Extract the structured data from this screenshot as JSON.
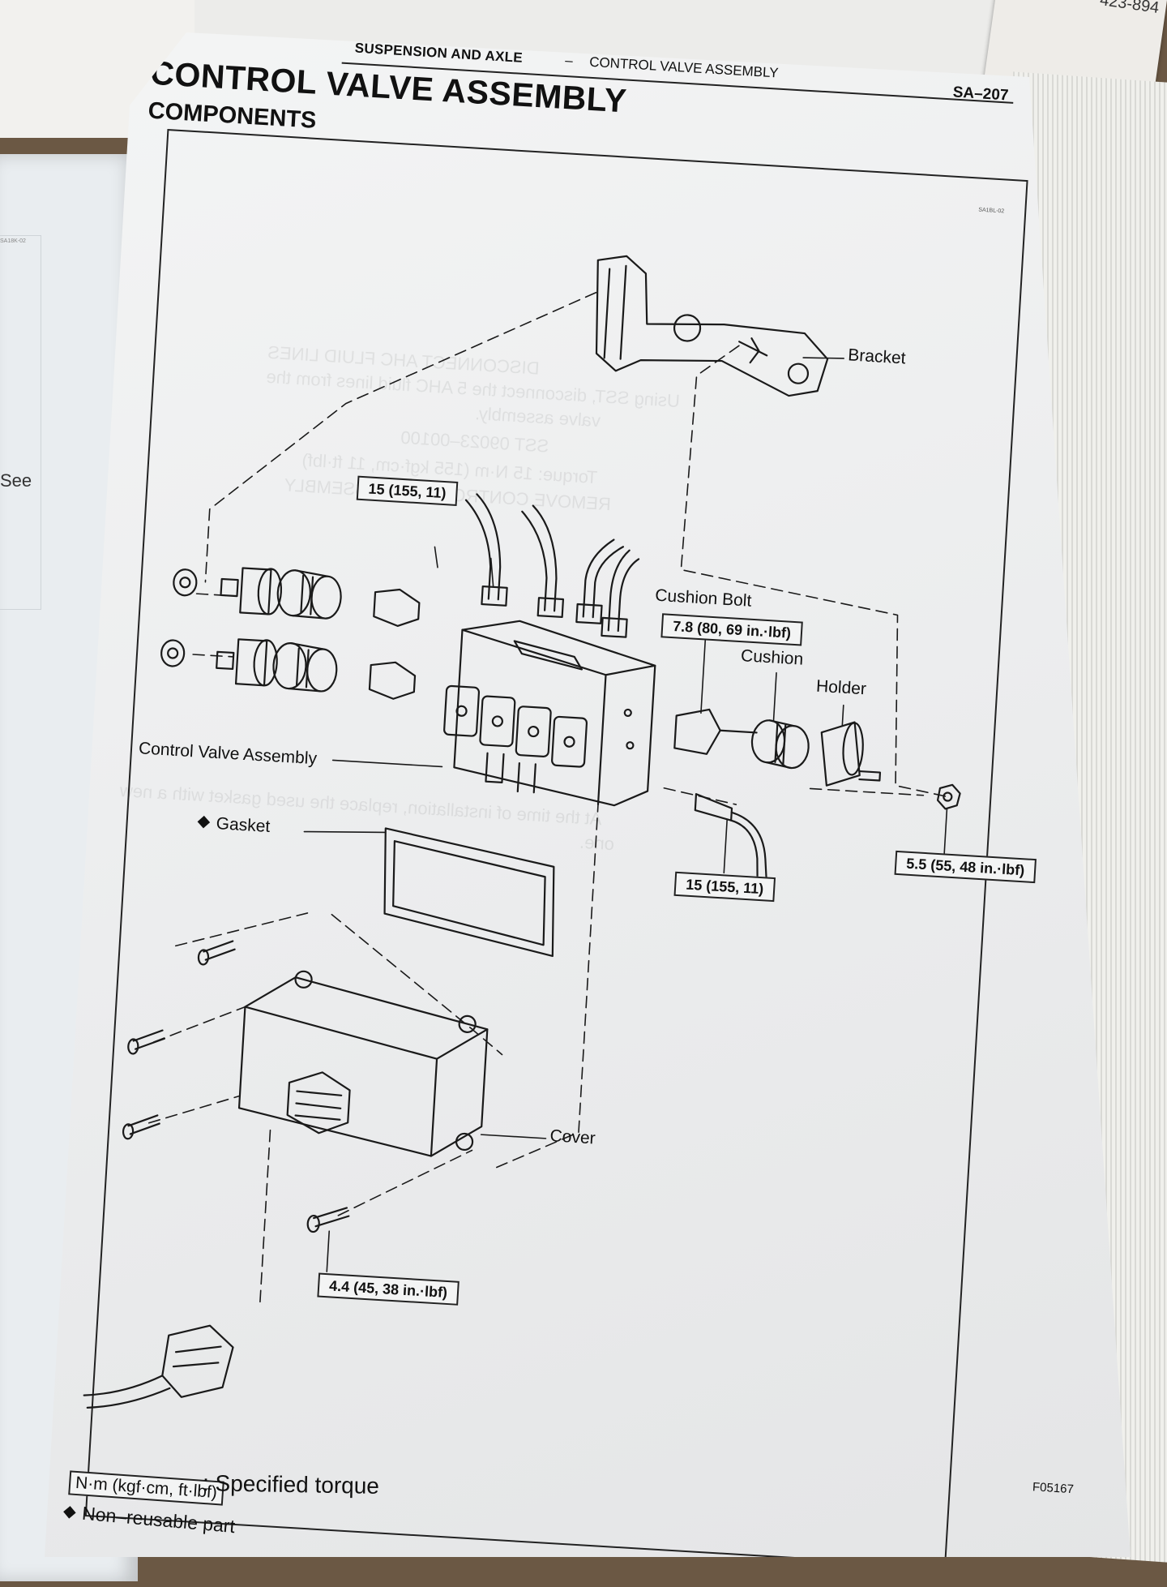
{
  "desk": {
    "scrap_text": "423-894"
  },
  "left_page": {
    "see_text": "See",
    "code": "SA18K-02"
  },
  "header": {
    "section": "SUSPENSION AND AXLE",
    "dash": "–",
    "subsection": "CONTROL VALVE ASSEMBLY",
    "page_number": "SA–207"
  },
  "title": "CONTROL VALVE ASSEMBLY",
  "subtitle": "COMPONENTS",
  "code": "SA1BL-02",
  "parts": {
    "bracket": "Bracket",
    "cushion_bolt": "Cushion Bolt",
    "cushion": "Cushion",
    "holder": "Holder",
    "control_valve_assembly": "Control Valve Assembly",
    "gasket": "Gasket",
    "cover": "Cover"
  },
  "torques": {
    "fluid_lines": "15 (155, 11)",
    "cushion_bolt": "7.8 (80, 69 in.·lbf)",
    "nut": "5.5 (55, 48 in.·lbf)",
    "fluid_line_lower": "15 (155, 11)",
    "cover_bolt": "4.4 (45, 38 in.·lbf)"
  },
  "figure_code": "F05167",
  "legend": {
    "torque_units": "N·m (kgf·cm, ft·lbf)",
    "torque_desc": ": Specified torque",
    "nonreusable": "Non–reusable part"
  },
  "bleed_through": {
    "line1": "DISCONNECT AHC FLUID LINES",
    "line2": "Using SST, disconnect the 5 AHC fluid lines from the",
    "line3": "valve assembly.",
    "line4": "SST    09023–00100",
    "line5": "Torque: 15 N·m (155 kgf·cm, 11 ft·lbf)",
    "line6": "REMOVE CONTROL VALVE ASSEMBLY",
    "line7": "At the time of installation, replace the used gasket with a new",
    "line8": "one."
  }
}
